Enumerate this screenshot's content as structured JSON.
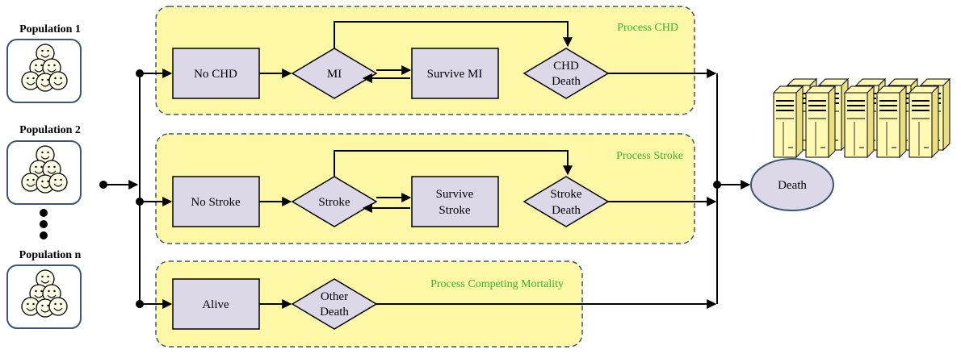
{
  "colors": {
    "panel_fill": "#fcf8a6",
    "panel_border": "#3d5673",
    "process_label": "#33b233",
    "state_fill": "#ddd8e8",
    "server_fill": "#fff9b3"
  },
  "populations": [
    {
      "label": "Population 1"
    },
    {
      "label": "Population 2"
    },
    {
      "label": "Population n"
    }
  ],
  "processes": [
    {
      "title": "Process CHD",
      "start": "No CHD",
      "event": "MI",
      "survive": "Survive MI",
      "death": [
        "CHD",
        "Death"
      ]
    },
    {
      "title": "Process Stroke",
      "start": "No Stroke",
      "event": "Stroke",
      "survive": [
        "Survive",
        "Stroke"
      ],
      "death": [
        "Stroke",
        "Death"
      ]
    },
    {
      "title": "Process Competing Mortality",
      "start": "Alive",
      "death": [
        "Other",
        "Death"
      ]
    }
  ],
  "death_node": "Death",
  "icons": [
    "smiley-face-icon",
    "server-icon"
  ]
}
